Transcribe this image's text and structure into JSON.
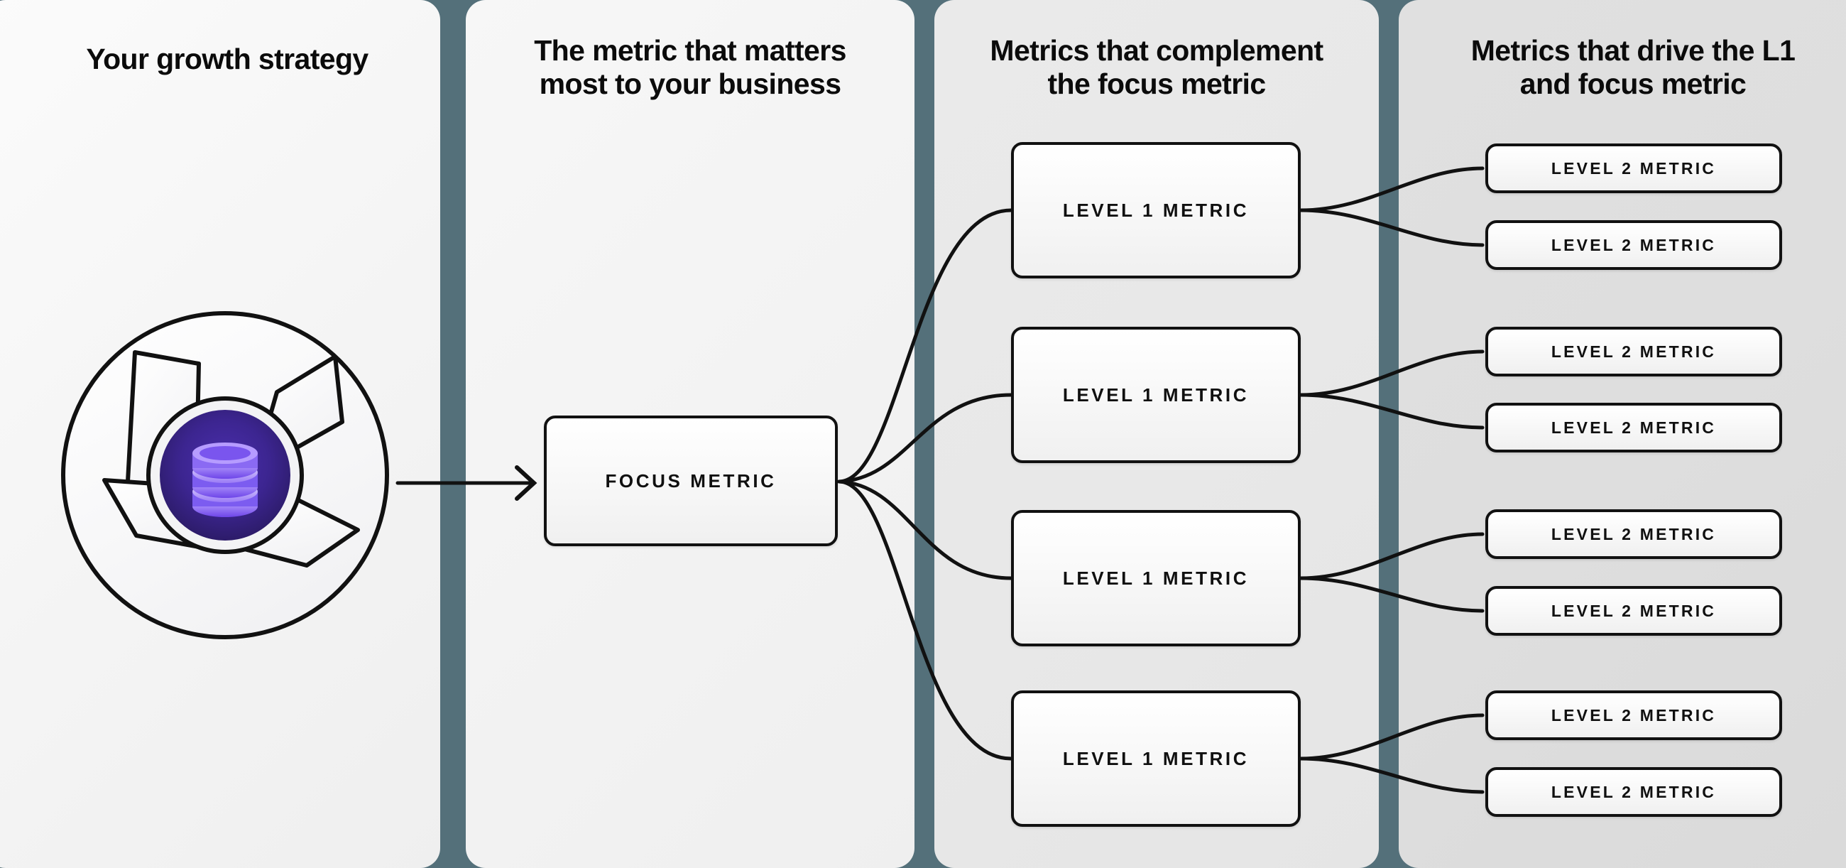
{
  "diagram": {
    "title": "Metrics tree: growth strategy to focus metric to level 1 and level 2 metrics",
    "accent_divider_color": "#54707A",
    "node_border_color": "#111111",
    "logo_accent_color": "#5B3FD6"
  },
  "columns": [
    {
      "id": "col-strategy",
      "title": "Your growth strategy"
    },
    {
      "id": "col-focus",
      "title": "The metric that matters\nmost to your business"
    },
    {
      "id": "col-level1",
      "title": "Metrics that complement\nthe focus metric"
    },
    {
      "id": "col-level2",
      "title": "Metrics that drive the L1\nand focus metric"
    }
  ],
  "column_titles": {
    "strategy": "Your growth strategy",
    "focus_line1": "The metric that matters",
    "focus_line2": "most to your business",
    "level1_line1": "Metrics that complement",
    "level1_line2": "the focus metric",
    "level2_line1": "Metrics that drive the L1",
    "level2_line2": "and focus metric"
  },
  "logo": {
    "name": "aperture-database-logo",
    "inner_icon": "database-icon"
  },
  "nodes": {
    "focus": {
      "label": "FOCUS METRIC"
    },
    "level1": [
      {
        "label": "LEVEL 1 METRIC"
      },
      {
        "label": "LEVEL 1 METRIC"
      },
      {
        "label": "LEVEL 1 METRIC"
      },
      {
        "label": "LEVEL 1 METRIC"
      }
    ],
    "level2": [
      {
        "label": "LEVEL 2 METRIC"
      },
      {
        "label": "LEVEL 2 METRIC"
      },
      {
        "label": "LEVEL 2 METRIC"
      },
      {
        "label": "LEVEL 2 METRIC"
      },
      {
        "label": "LEVEL 2 METRIC"
      },
      {
        "label": "LEVEL 2 METRIC"
      },
      {
        "label": "LEVEL 2 METRIC"
      },
      {
        "label": "LEVEL 2 METRIC"
      }
    ]
  }
}
